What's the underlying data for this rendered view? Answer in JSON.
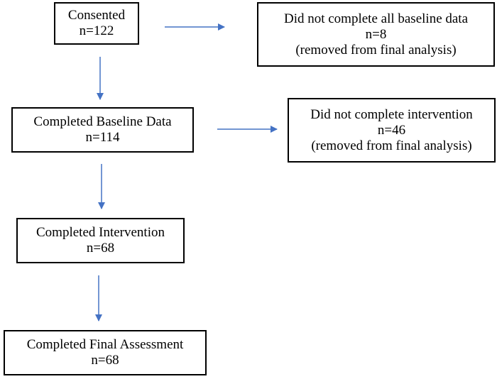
{
  "flow": {
    "consented": {
      "label": "Consented",
      "count": "n=122"
    },
    "baseline": {
      "label": "Completed Baseline Data",
      "count": "n=114"
    },
    "intervention": {
      "label": "Completed Intervention",
      "count": "n=68"
    },
    "final_assessment": {
      "label": "Completed Final Assessment",
      "count": "n=68"
    }
  },
  "exclusions": {
    "baseline_incomplete": {
      "label": "Did not complete all baseline data",
      "count": "n=8",
      "note": "(removed from final analysis)"
    },
    "intervention_incomplete": {
      "label": "Did not complete intervention",
      "count": "n=46",
      "note": "(removed from final analysis)"
    }
  },
  "colors": {
    "arrow": "#4472c4",
    "box_border": "#000000"
  }
}
